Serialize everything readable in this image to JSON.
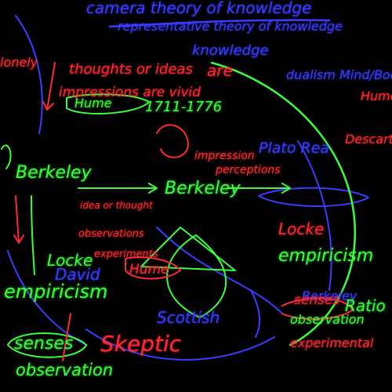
{
  "board": {
    "colors": {
      "green": "#39ff3a",
      "blue": "#3a3cff",
      "red": "#ff2a33",
      "background": "#000000"
    },
    "blue_notes": {
      "camera_theory": "camera theory of knowledge",
      "representative_theory": "representative theory of knowledge",
      "knowledge": "knowledge",
      "dualism": "dualism Mind/Body",
      "plato": "Plato Rea",
      "berkeley_small": "Berkeley",
      "scottish": "Scottish"
    },
    "red_notes": {
      "lonely": "lonely",
      "thoughts_or_ideas": "thoughts or ideas",
      "are": "are",
      "impressions_vivid": "impressions are vivid",
      "idea_of_thought": "idea or thought",
      "observations": "observations",
      "experiments": "experiments",
      "hume_center": "Hume",
      "locke_red": "Locke",
      "experimental": "experimental",
      "skeptic": "Skeptic",
      "senses_red": "senses",
      "hume_right": "Hume",
      "descartes": "Descartes"
    },
    "green_notes": {
      "hume_dates": "1711-1776",
      "hume_bubble": "Hume",
      "impression": "impression",
      "perceptions": "perceptions",
      "berkeley_left": "Berkeley",
      "berkeley_center": "Berkeley",
      "locke_left": "Locke",
      "david": "David",
      "empiricism_left": "empiricism",
      "empiricism_right": "empiricism",
      "senses_bubble": "senses",
      "observation": "observation",
      "ration": "Ratio",
      "senses_right": "senses",
      "observations_right": "observation"
    }
  }
}
